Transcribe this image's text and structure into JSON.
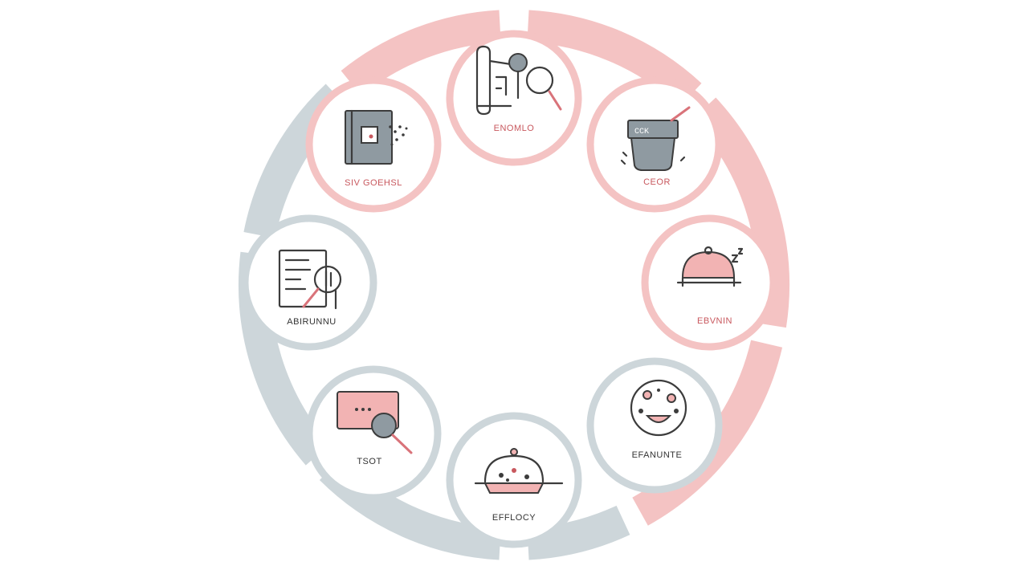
{
  "colors": {
    "pink": "#f4c3c3",
    "pink_label": "#c8585e",
    "grey": "#cdd6da",
    "grey_label": "#333333"
  },
  "nodes": [
    {
      "id": "top",
      "label": "ENOMLO",
      "tone": "pink",
      "icon": "blueprint-magnifier-icon"
    },
    {
      "id": "upper-right",
      "label": "CEOR",
      "tone": "pink",
      "icon": "cooking-pot-icon"
    },
    {
      "id": "right",
      "label": "EBVNIN",
      "tone": "pink",
      "icon": "serving-cloche-icon"
    },
    {
      "id": "lower-right",
      "label": "EFANUNTE",
      "tone": "grey",
      "icon": "smiley-face-icon"
    },
    {
      "id": "bottom",
      "label": "EFFLOCY",
      "tone": "grey",
      "icon": "covered-dish-icon"
    },
    {
      "id": "lower-left",
      "label": "TSOT",
      "tone": "grey",
      "icon": "screen-magnifier-icon"
    },
    {
      "id": "left",
      "label": "ABIRUNNU",
      "tone": "grey",
      "icon": "document-magnifier-icon"
    },
    {
      "id": "upper-left",
      "label": "SIV GOEHSL",
      "tone": "pink",
      "icon": "book-scatter-icon"
    }
  ]
}
